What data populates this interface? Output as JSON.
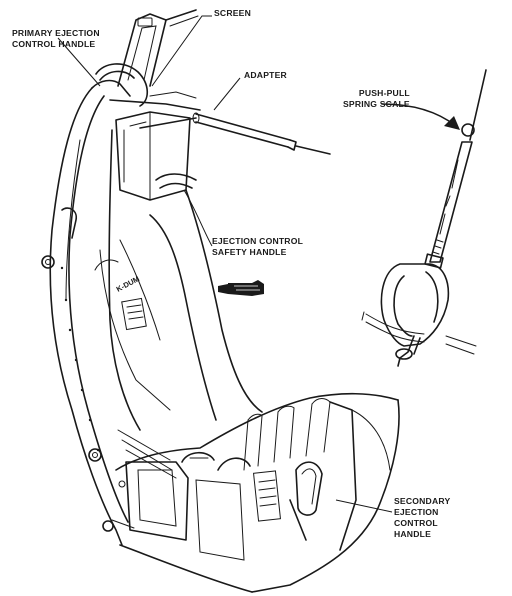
{
  "labels": {
    "screen": "SCREEN",
    "primary_line1": "PRIMARY EJECTION",
    "primary_line2": "CONTROL HANDLE",
    "adapter": "ADAPTER",
    "pushpull_line1": "PUSH-PULL",
    "pushpull_line2": "SPRING SCALE",
    "safety_line1": "EJECTION CONTROL",
    "safety_line2": "SAFETY HANDLE",
    "secondary_line1": "SECONDARY",
    "secondary_line2": "EJECTION",
    "secondary_line3": "CONTROL",
    "secondary_line4": "HANDLE"
  },
  "seat_stencil": "K-DUM"
}
